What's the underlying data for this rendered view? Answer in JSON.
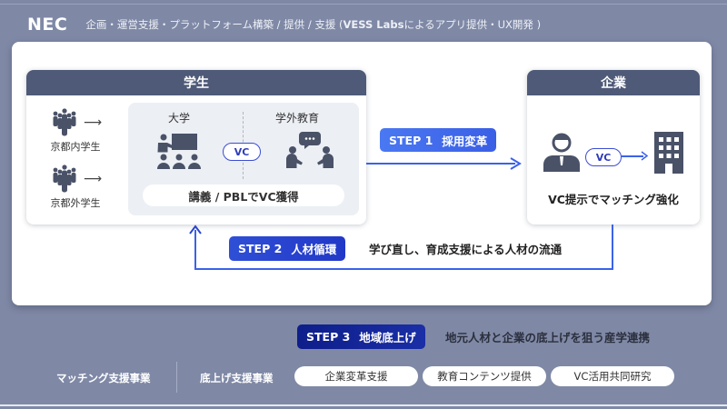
{
  "header": {
    "logo": "NEC",
    "subtitle_prefix": "企画・運営支援・プラットフォーム構築 / 提供 / 支援 (",
    "subtitle_bold": "VESS Labs",
    "subtitle_suffix": "によるアプリ提供・UX開発 )"
  },
  "students_box": {
    "title": "学生",
    "groups": [
      {
        "label": "京都内学生",
        "icon": "people-group-icon"
      },
      {
        "label": "京都外学生",
        "icon": "people-group-icon"
      }
    ],
    "university_label": "大学",
    "external_label": "学外教育",
    "vc_label": "VC",
    "lecture_label": "講義 / PBLでVC獲得"
  },
  "companies_box": {
    "title": "企業",
    "vc_label": "VC",
    "caption": "VC提示でマッチング強化"
  },
  "steps": [
    {
      "num": "STEP 1",
      "label": "採用変革",
      "color": "#3f6cee"
    },
    {
      "num": "STEP 2",
      "label": "人材循環",
      "color": "#2a45d0",
      "description": "学び直し、育成支援による人材の流通"
    },
    {
      "num": "STEP 3",
      "label": "地域底上げ",
      "color": "#14258f",
      "description": "地元人材と企業の底上げを狙う産学連携"
    }
  ],
  "footer": {
    "categories": [
      "マッチング支援事業",
      "底上げ支援事業"
    ],
    "chips": [
      "企業変革支援",
      "教育コンテンツ提供",
      "VC活用共同研究"
    ]
  },
  "colors": {
    "background": "#7f89a6",
    "box_header": "#4f5a78",
    "flow_line": "#3b62ea",
    "icon": "#4a5268"
  }
}
